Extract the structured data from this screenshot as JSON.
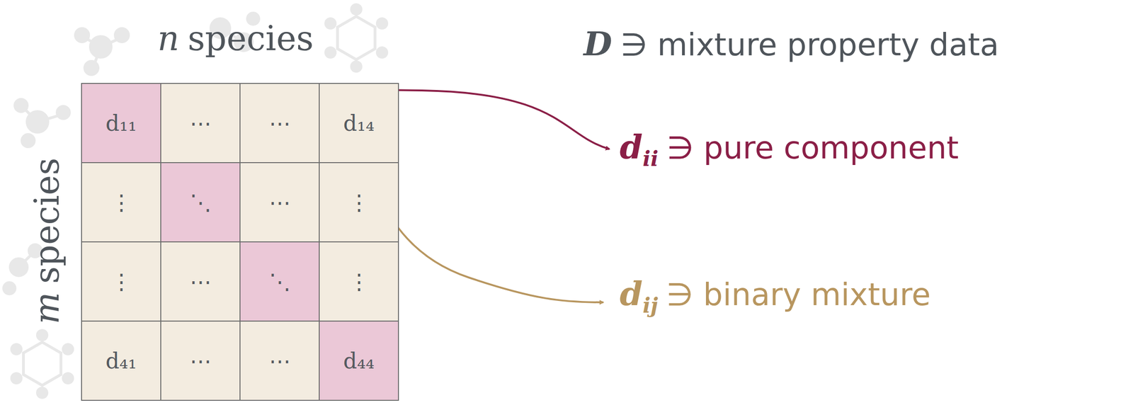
{
  "diagram": {
    "nodes": [
      {
        "text": [
          "d₁₁"
        ]
      },
      {
        "text": [
          "⋯"
        ]
      },
      {
        "text": [
          "⋯"
        ]
      },
      {
        "text": [
          "d₁₄"
        ]
      },
      {
        "text": [
          "⋮"
        ]
      },
      {
        "text": [
          "⋱"
        ]
      },
      {
        "text": [
          "⋯"
        ]
      },
      {
        "text": [
          "⋮"
        ]
      },
      {
        "text": [
          "⋮"
        ]
      },
      {
        "text": [
          "⋯"
        ]
      },
      {
        "text": [
          "⋱"
        ]
      },
      {
        "text": [
          "⋮"
        ]
      },
      {
        "text": [
          "d₄₁"
        ]
      },
      {
        "text": [
          "⋯"
        ]
      },
      {
        "text": [
          "⋯"
        ]
      },
      {
        "text": [
          "d₄₄"
        ]
      }
    ],
    "labels": [
      "n",
      "species",
      "m",
      "species",
      "D",
      "∋ mixture property data",
      "d",
      "ii",
      "∋ pure component",
      "d",
      "ij",
      "∋ binary mixture"
    ]
  }
}
